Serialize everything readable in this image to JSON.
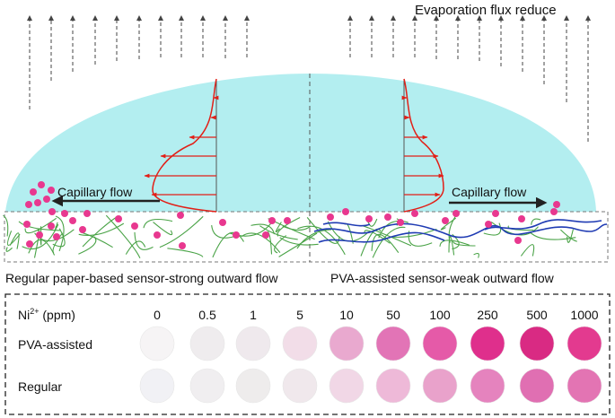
{
  "diagram": {
    "top_label": "Evaporation flux reduce",
    "left_flow_label": "Capillary flow",
    "right_flow_label": "Capillary flow",
    "left_caption": "Regular paper-based sensor-strong outward flow",
    "right_caption": "PVA-assisted sensor-weak outward flow"
  },
  "table": {
    "header_label_base": "Ni",
    "header_label_sup": "2+",
    "header_label_unit": " (ppm)",
    "concentrations": [
      "0",
      "0.5",
      "1",
      "5",
      "10",
      "50",
      "100",
      "250",
      "500",
      "1000"
    ],
    "rows": [
      {
        "label": "PVA-assisted",
        "colors": [
          "#f6f4f5",
          "#efecee",
          "#efe9ed",
          "#f2dde8",
          "#e9a9cf",
          "#e274b6",
          "#e55aa8",
          "#df2f8c",
          "#d92a83",
          "#e33a8f"
        ]
      },
      {
        "label": "Regular",
        "colors": [
          "#f1f1f5",
          "#f0eef0",
          "#eeecec",
          "#f0e8ec",
          "#f1d7e6",
          "#eeb9d8",
          "#e9a2cb",
          "#e583be",
          "#e06fb2",
          "#e374b3"
        ]
      }
    ]
  },
  "colors": {
    "droplet": "#b3eef0",
    "profile": "#e21f17",
    "particle": "#e8388f",
    "fiber": "#4aa347",
    "pva": "#1f3bb3"
  }
}
